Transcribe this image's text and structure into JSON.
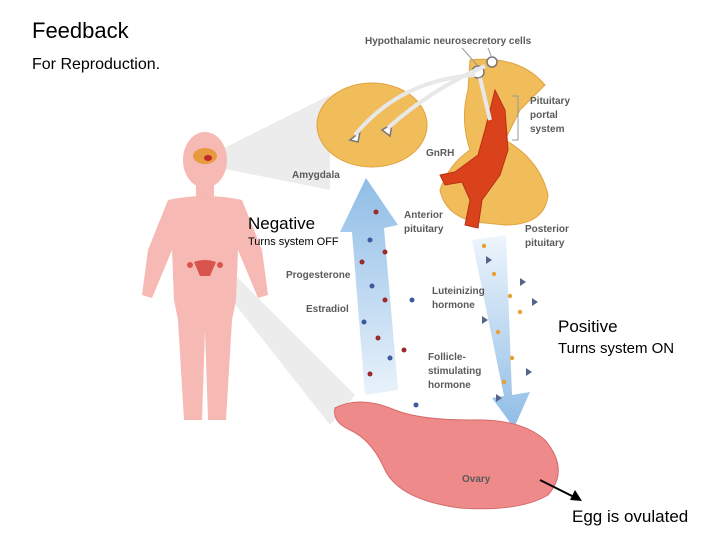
{
  "title": "Feedback",
  "subtitle": "For Reproduction.",
  "negative": {
    "label": "Negative",
    "desc": "Turns system OFF"
  },
  "positive": {
    "label": "Positive",
    "desc": "Turns system ON"
  },
  "egg_label": "Egg is ovulated",
  "anatomy": {
    "hypothalamic": "Hypothalamic neurosecretory cells",
    "pituitary_portal": [
      "Pituitary",
      "portal",
      "system"
    ],
    "gnrh": "GnRH",
    "amygdala": "Amygdala",
    "anterior": [
      "Anterior",
      "pituitary"
    ],
    "posterior": [
      "Posterior",
      "pituitary"
    ],
    "progesterone": "Progesterone",
    "estradiol": "Estradiol",
    "lh": [
      "Luteinizing",
      "hormone"
    ],
    "fsh": [
      "Follicle-",
      "stimulating",
      "hormone"
    ],
    "ovary": "Ovary"
  },
  "colors": {
    "body": "#f7b9b3",
    "brain": "#f1bc5a",
    "ovary": "#ef8a8a",
    "arrow": "#a9cbe9",
    "vessel": "#d9421b"
  }
}
